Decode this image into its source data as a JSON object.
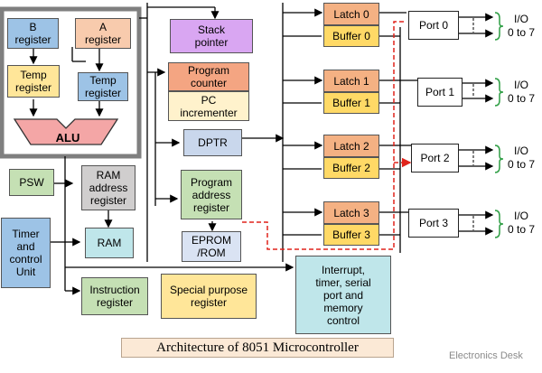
{
  "colors": {
    "blue": "#9dc3e6",
    "orange": "#f8cbad",
    "yellow": "#ffe699",
    "purple": "#d9a6f2",
    "salmon": "#f4a582",
    "green": "#c5e0b4",
    "gray": "#d0cece",
    "teal": "#bfe6ea",
    "latch": "#f4b183",
    "buffer": "#ffd966",
    "alu": "#f4a6a6",
    "red_dashed": "#e0241b"
  },
  "blocks": {
    "b_register": "B\nregister",
    "a_register": "A\nregister",
    "temp_register_1": "Temp\nregister",
    "temp_register_2": "Temp\nregister",
    "alu": "ALU",
    "psw": "PSW",
    "ram_address_register": "RAM\naddress\nregister",
    "ram": "RAM",
    "timer_control_unit": "Timer\nand\ncontrol\nUnit",
    "instruction_register": "Instruction\nregister",
    "special_purpose_register": "Special purpose\nregister",
    "stack_pointer": "Stack\npointer",
    "program_counter": "Program\ncounter",
    "pc_incrementer": "PC\nincrementer",
    "dptr": "DPTR",
    "program_address_register": "Program\naddress\nregister",
    "eprom_rom": "EPROM\n/ROM",
    "interrupt_control": "Interrupt,\ntimer, serial\nport and\nmemory\ncontrol"
  },
  "ports": [
    {
      "latch": "Latch 0",
      "buffer": "Buffer 0",
      "port": "Port 0",
      "io": "I/O\n0 to 7"
    },
    {
      "latch": "Latch 1",
      "buffer": "Buffer 1",
      "port": "Port 1",
      "io": "I/O\n0 to 7"
    },
    {
      "latch": "Latch 2",
      "buffer": "Buffer 2",
      "port": "Port 2",
      "io": "I/O\n0 to 7"
    },
    {
      "latch": "Latch 3",
      "buffer": "Buffer 3",
      "port": "Port 3",
      "io": "I/O\n0 to 7"
    }
  ],
  "caption": "Architecture of 8051 Microcontroller",
  "watermark": "Electronics Desk"
}
